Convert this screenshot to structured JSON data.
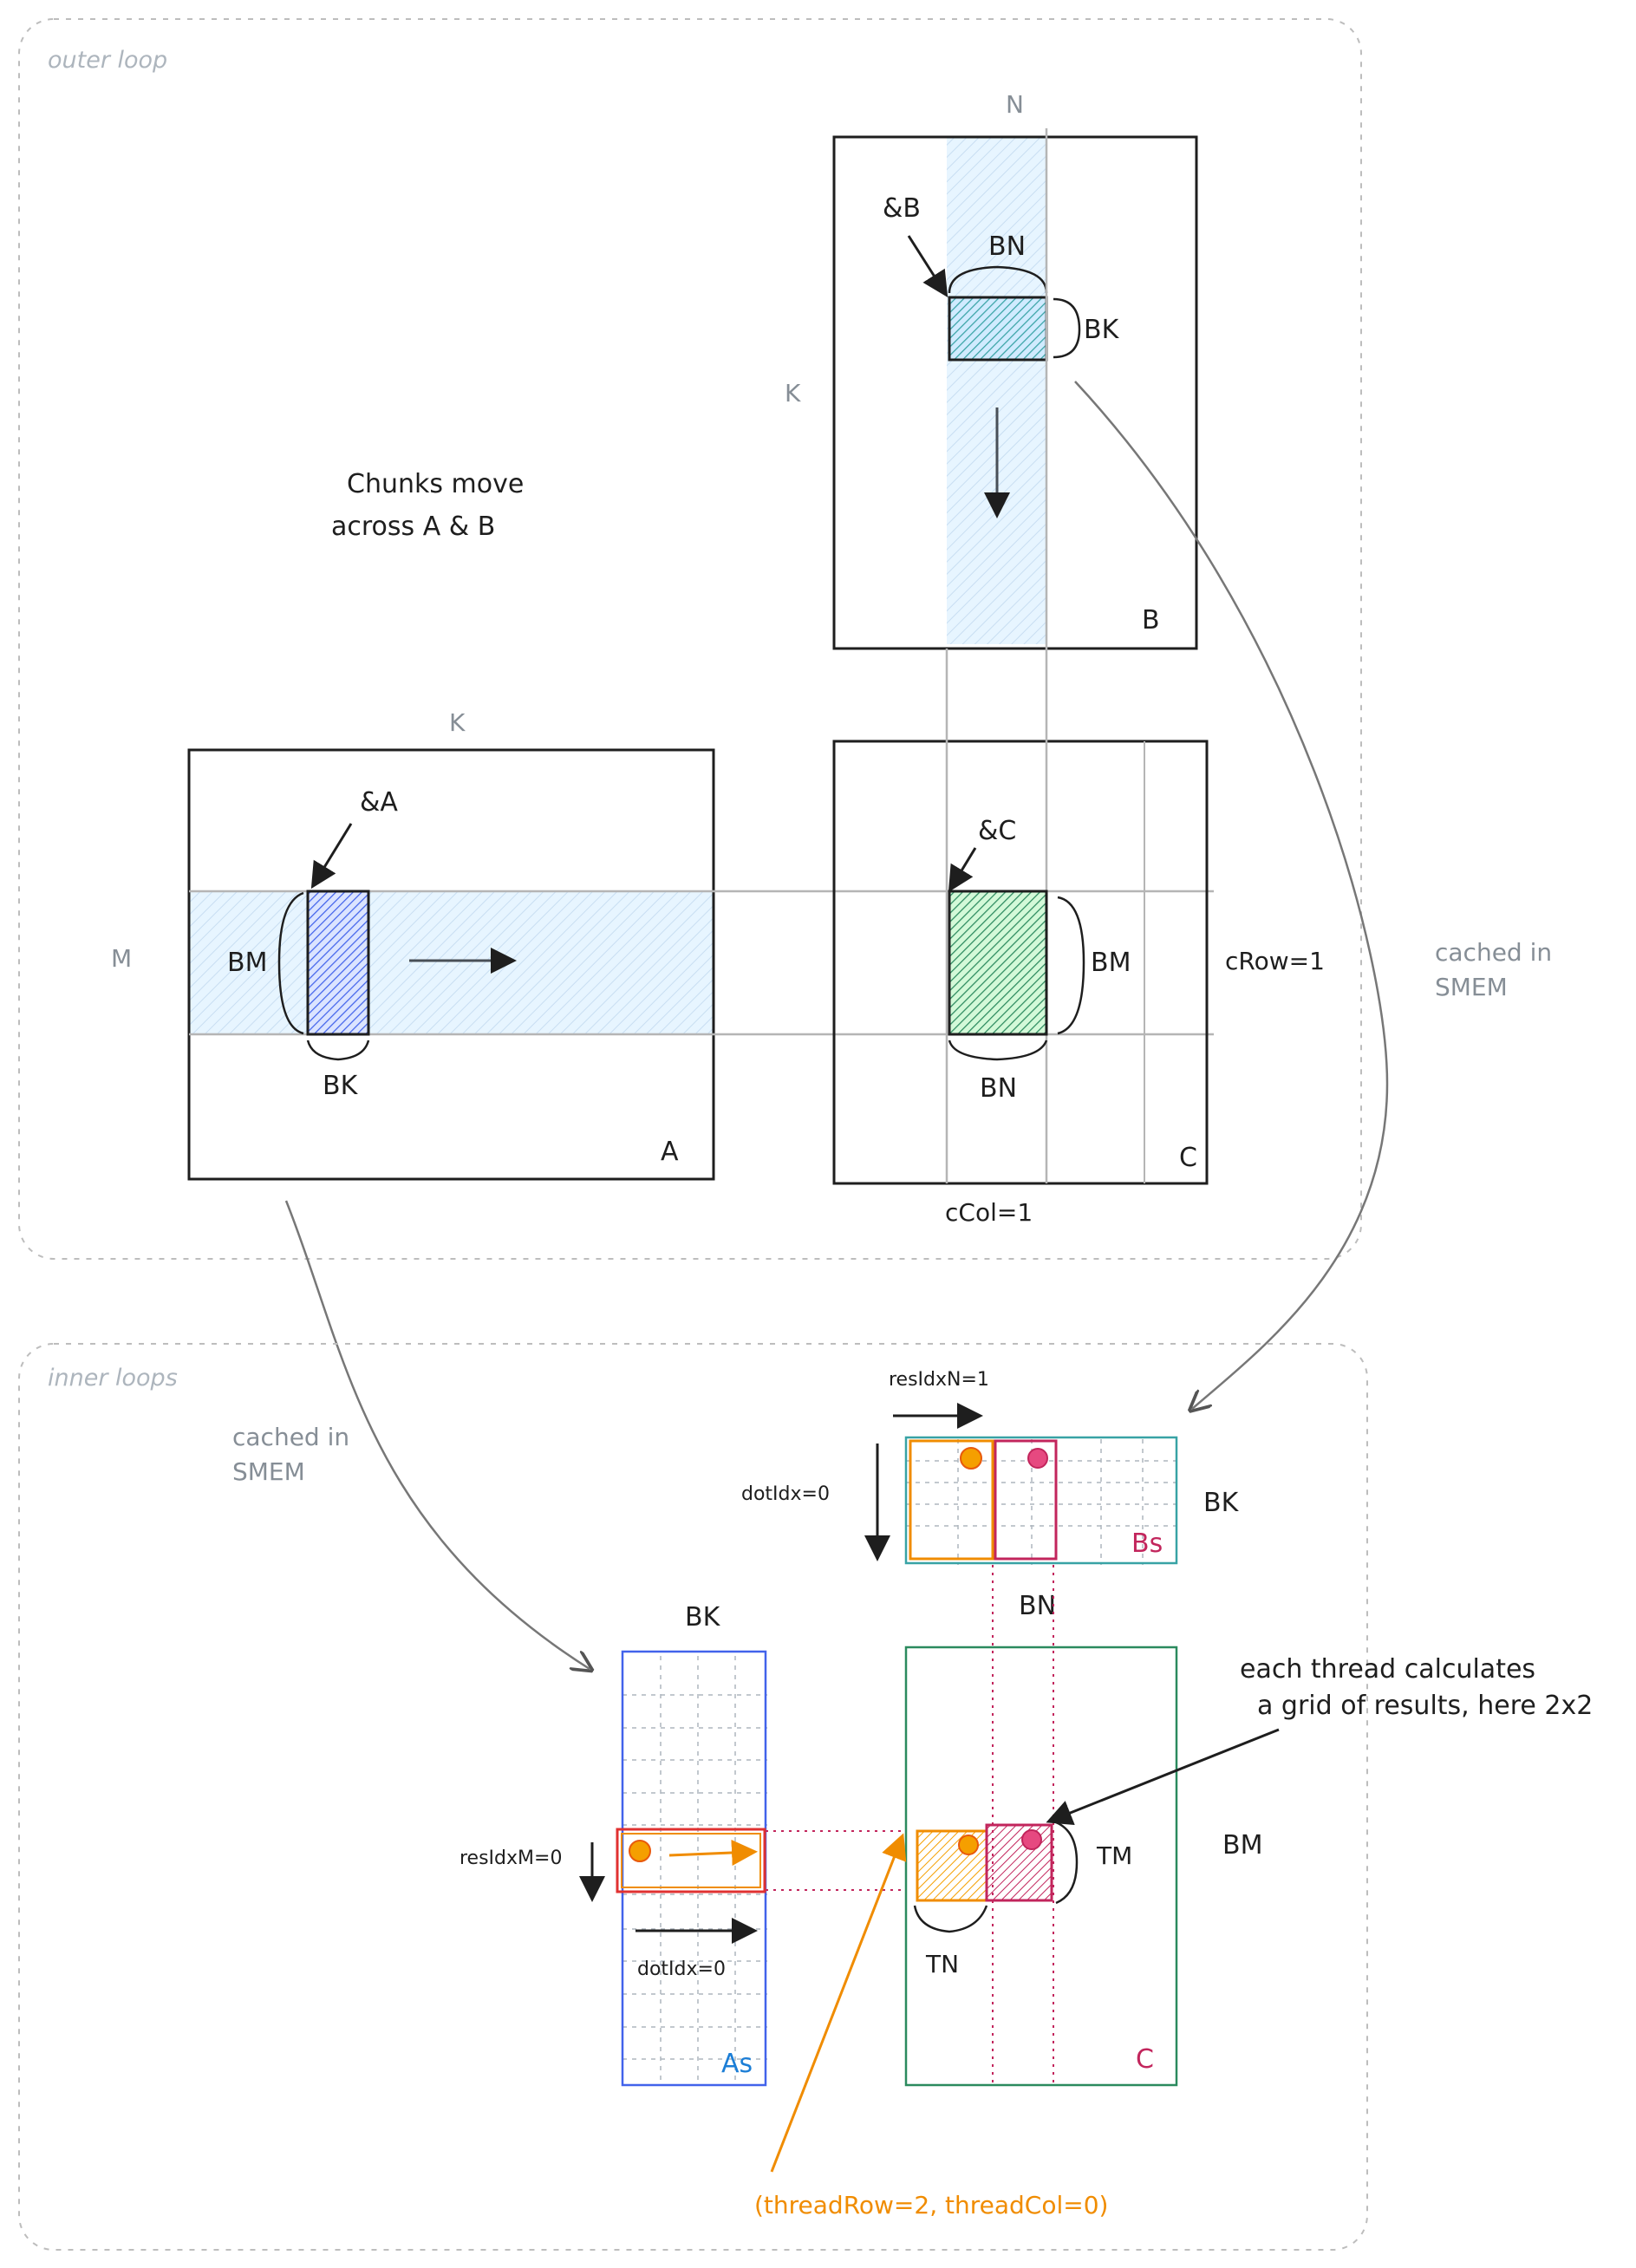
{
  "sections": {
    "outer": "outer loop",
    "inner": "inner loops"
  },
  "notes": {
    "chunks_line1": "Chunks move",
    "chunks_line2": "across A & B",
    "cached_smem_1a": "cached in",
    "cached_smem_1b": "SMEM",
    "cached_smem_2a": "cached in",
    "cached_smem_2b": "SMEM",
    "thread_line1": "each thread calculates",
    "thread_line2": "a grid of results, here 2x2",
    "thread_coords": "(threadRow=2, threadCol=0)"
  },
  "outer_labels": {
    "N": "N",
    "K_side": "K",
    "K_top": "K",
    "M": "M",
    "B": "B",
    "A": "A",
    "C": "C",
    "addr_B": "&B",
    "addr_A": "&A",
    "addr_C": "&C",
    "BN_B": "BN",
    "BK_B": "BK",
    "BM_A": "BM",
    "BK_A": "BK",
    "BM_C": "BM",
    "BN_C": "BN",
    "cRow": "cRow=1",
    "cCol": "cCol=1"
  },
  "inner_labels": {
    "resIdxN": "resIdxN=1",
    "dotIdx_Bs": "dotIdx=0",
    "BK_Bs": "BK",
    "Bs": "Bs",
    "BN_Bs": "BN",
    "BK_As": "BK",
    "resIdxM": "resIdxM=0",
    "dotIdx_As": "dotIdx=0",
    "As": "As",
    "TM": "TM",
    "TN": "TN",
    "BM_inner": "BM",
    "C_inner": "C"
  },
  "colors": {
    "ink": "#1e1e1e",
    "gray": "#868e96",
    "light_blue": "#a5d8ff",
    "teal": "#38a3a5",
    "blue": "#4263eb",
    "green": "#2b8a5e",
    "orange": "#f08c00",
    "crimson": "#c2255c",
    "red": "#e03131"
  }
}
